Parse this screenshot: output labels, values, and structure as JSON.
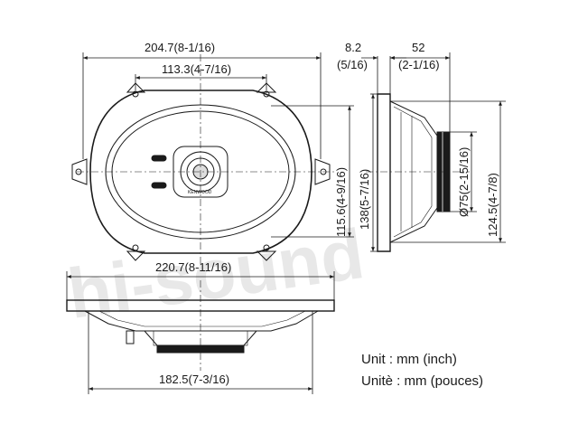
{
  "dimensions": {
    "front_width": "204.7(8-1/16)",
    "bolt_spacing": "113.3(4-7/16)",
    "mounting_depth_top": "8.2",
    "mounting_depth_top_inch": "(5/16)",
    "depth": "52",
    "depth_inch": "(2-1/16)",
    "front_inner_height": "115.6(4-9/16)",
    "side_height": "138(5-7/16)",
    "magnet_diameter": "Ø75(2-15/16)",
    "overall_height": "124.5(4-7/8)",
    "flange_width": "220.7(8-11/16)",
    "cutout_width": "182.5(7-3/16)"
  },
  "brand_label": "KENWOOD",
  "units": {
    "line1": "Unit : mm (inch)",
    "line2": "Unitè : mm (pouces)"
  },
  "watermark": "hi-sound"
}
